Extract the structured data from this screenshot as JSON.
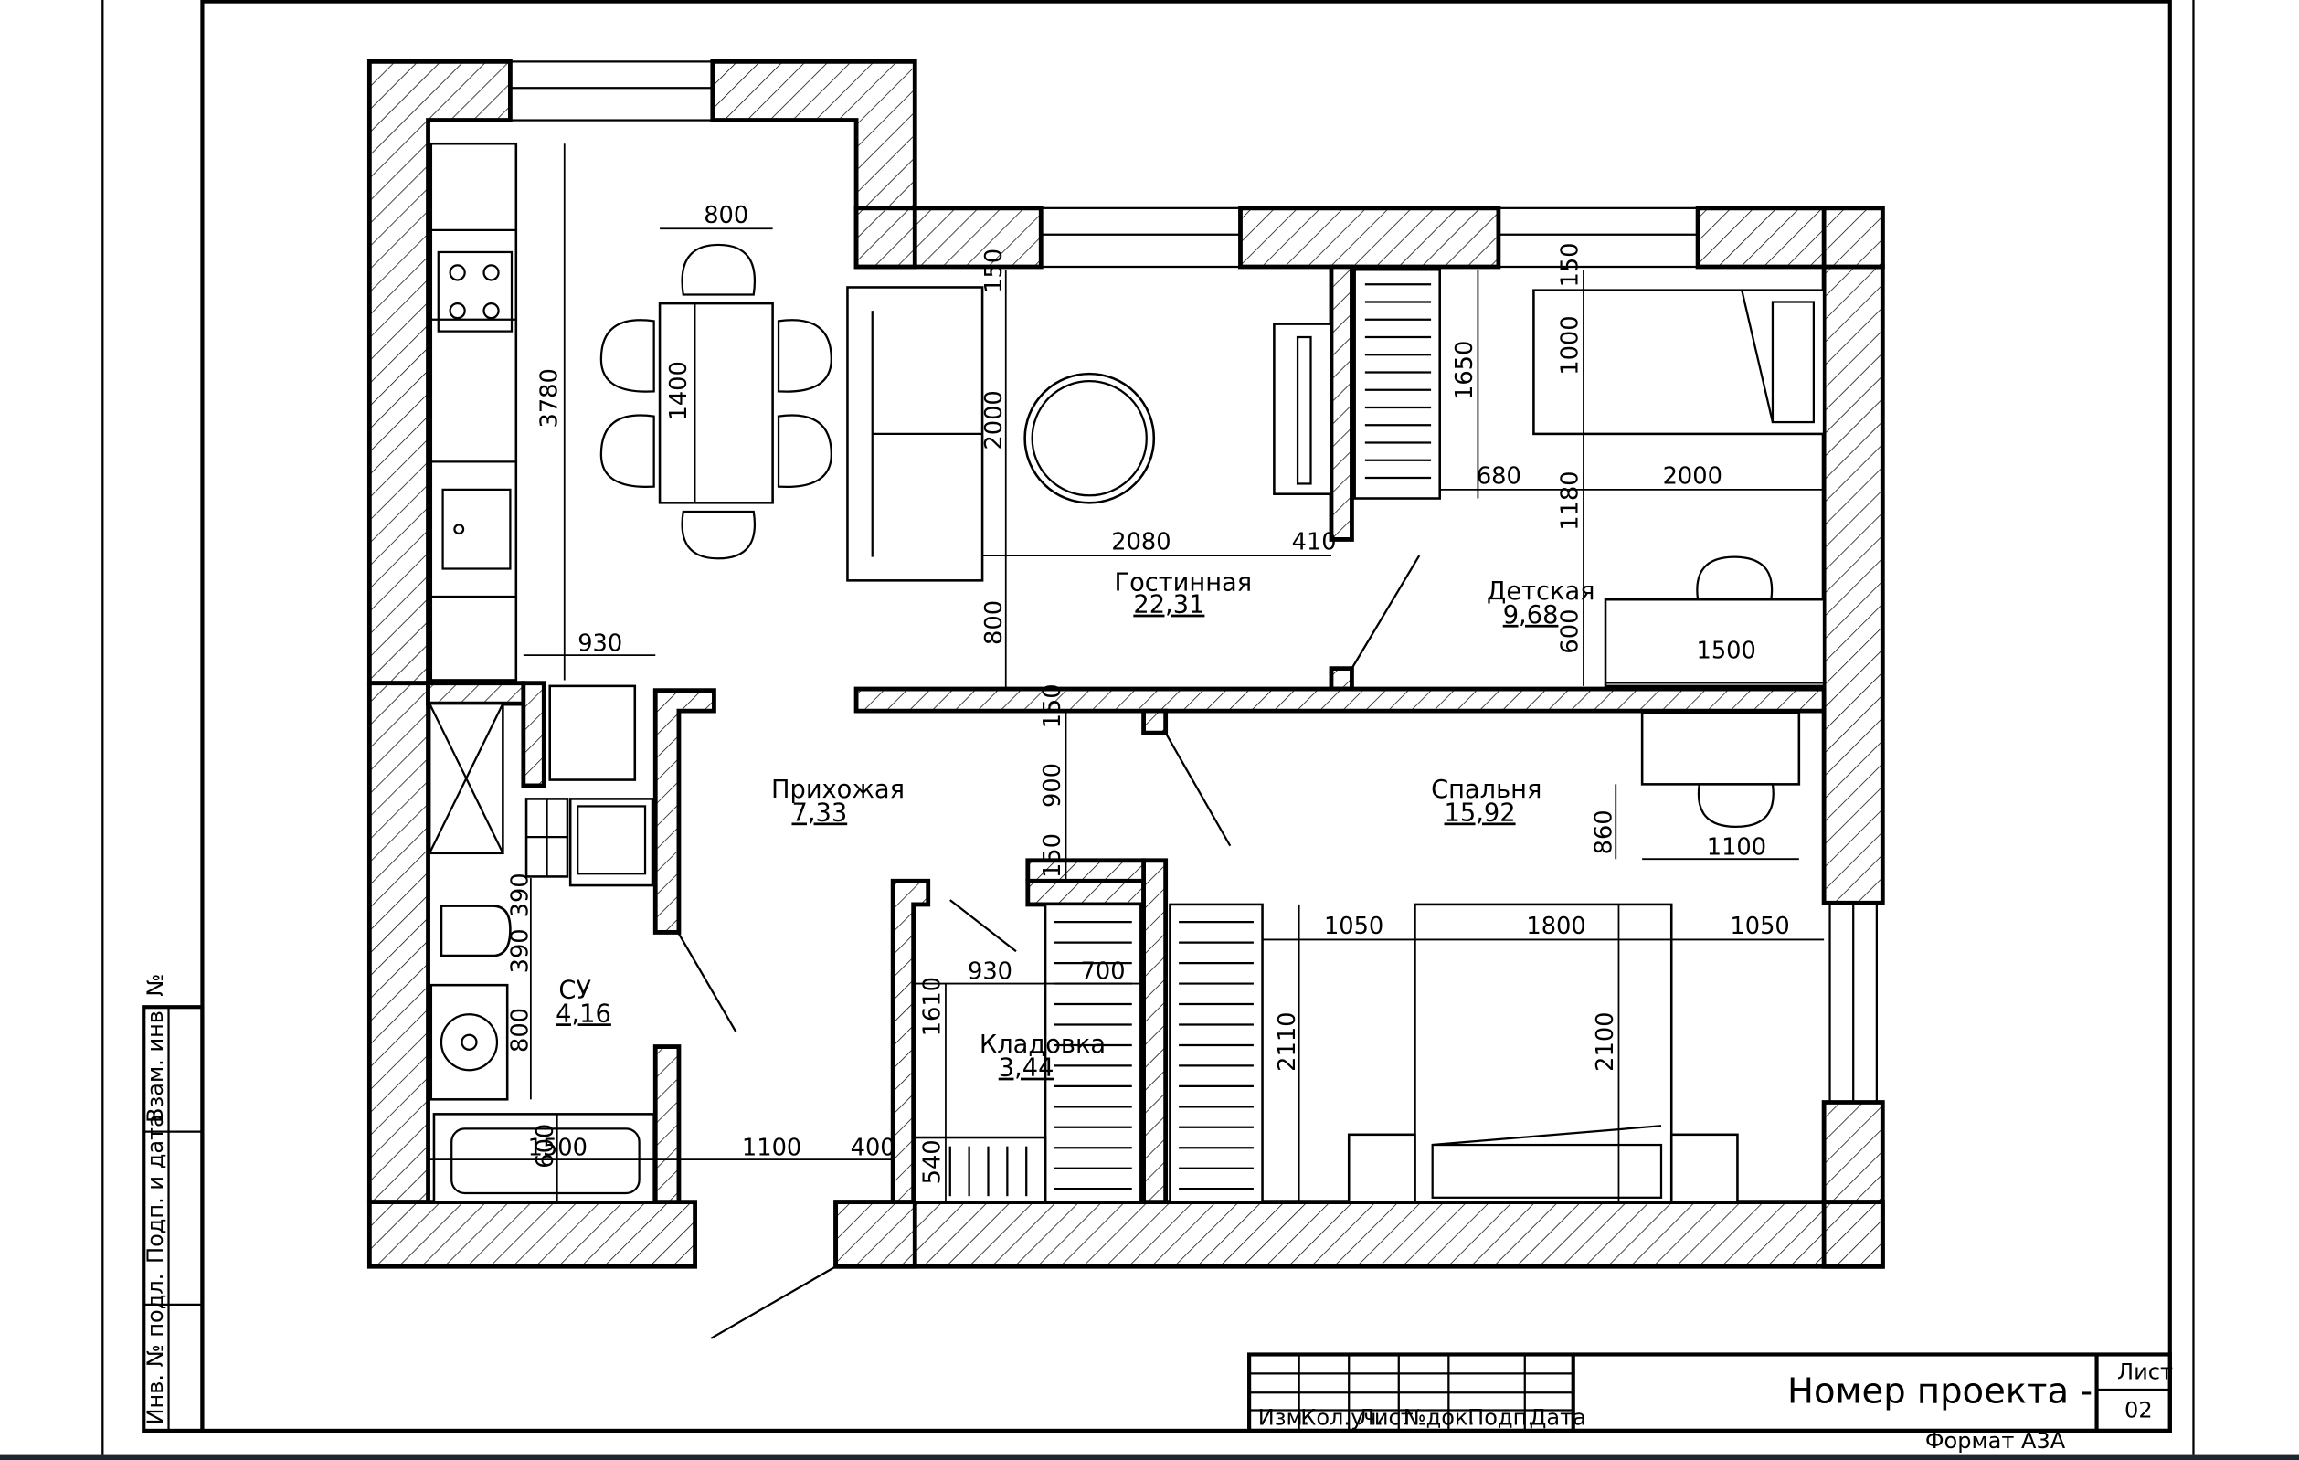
{
  "rooms": {
    "living": {
      "name": "Гостинная",
      "area": "22,31"
    },
    "kids": {
      "name": "Детская",
      "area": "9,68"
    },
    "hall": {
      "name": "Прихожая",
      "area": "7,33"
    },
    "bedroom": {
      "name": "Спальня",
      "area": "15,92"
    },
    "bath": {
      "name": "СУ",
      "area": "4,16"
    },
    "storage": {
      "name": "Кладовка",
      "area": "3,44"
    }
  },
  "dimensions": {
    "kitchen_length": "3780",
    "kitchen_width": "930",
    "table_width": "800",
    "table_length": "1400",
    "sofa_length": "2000",
    "living_width": "2080",
    "living_recess": "410",
    "living_passage": "800",
    "wall_offset_living": "150",
    "wardrobe_kids": "1650",
    "kids_gap": "680",
    "kids_bed_len": "2000",
    "kids_bed_width": "1000",
    "kids_wall_offset": "150",
    "kids_to_desk": "1180",
    "kids_desk_depth": "600",
    "kids_desk_len": "1500",
    "bed_desk_offset": "860",
    "bed_desk_len": "1100",
    "corridor_offset_top": "150",
    "corridor_door": "900",
    "corridor_offset_bottom": "150",
    "bedroom_left": "1050",
    "bed_width": "1800",
    "bedroom_right": "1050",
    "wardrobe_bedroom": "2110",
    "bed_length": "2100",
    "storage_width": "930",
    "storage_wardrobe": "700",
    "storage_length": "1610",
    "storage_shelf": "540",
    "toilet_a": "390",
    "toilet_b": "390",
    "sink": "800",
    "bath_len": "1500",
    "bath_width": "600",
    "entrance_len": "1100",
    "entrance_side": "400"
  },
  "stamp": {
    "headers": [
      "Изм.",
      "Кол.уч.",
      "Лист",
      "№док.",
      "Подп.",
      "Дата"
    ],
    "project": "Номер проекта -",
    "sheet_label": "Лист",
    "sheet_no": "02",
    "format": "Формат А3А"
  },
  "side_stamp": [
    "Взам. инв. №",
    "Подп. и дата",
    "Инв. № подл."
  ]
}
